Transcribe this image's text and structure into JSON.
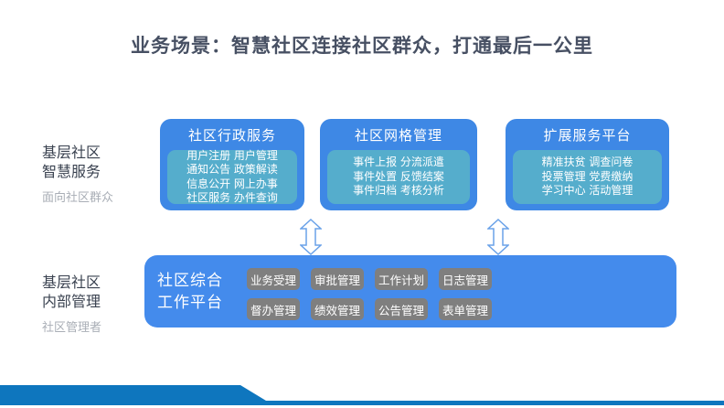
{
  "title": "业务场景：智慧社区连接社区群众，打通最后一公里",
  "left_labels": {
    "services": {
      "line1": "基层社区",
      "line2": "智慧服务",
      "sublabel": "面向社区群众"
    },
    "management": {
      "line1": "基层社区",
      "line2": "内部管理",
      "sublabel": "社区管理者"
    }
  },
  "service_boxes": [
    {
      "title": "社区行政服务",
      "items": [
        "用户注册 用户管理",
        "通知公告 政策解读",
        "信息公开 网上办事",
        "社区服务 办件查询"
      ]
    },
    {
      "title": "社区网格管理",
      "items": [
        "事件上报 分流派遣",
        "事件处置 反馈结案",
        "事件归档 考核分析"
      ]
    },
    {
      "title": "扩展服务平台",
      "items": [
        "精准扶贫 调查问卷",
        "投票管理 党费缴纳",
        "学习中心 活动管理"
      ]
    }
  ],
  "platform": {
    "title_line1": "社区综合",
    "title_line2": "工作平台",
    "modules_row1": [
      "业务受理",
      "审批管理",
      "工作计划",
      "日志管理"
    ],
    "modules_row2": [
      "督办管理",
      "绩效管理",
      "公告管理",
      "表单管理"
    ]
  },
  "colors": {
    "box_blue": "#3E88E5",
    "inner_teal": "#55ADCC",
    "platform_blue": "#448BEC",
    "module_gray": "#7F7F7F",
    "arrow_outline_blue": "#6AA2E8",
    "accent_dark_blue": "#0E76BE",
    "title_text": "#475063",
    "muted_text": "#A9AEB6"
  }
}
